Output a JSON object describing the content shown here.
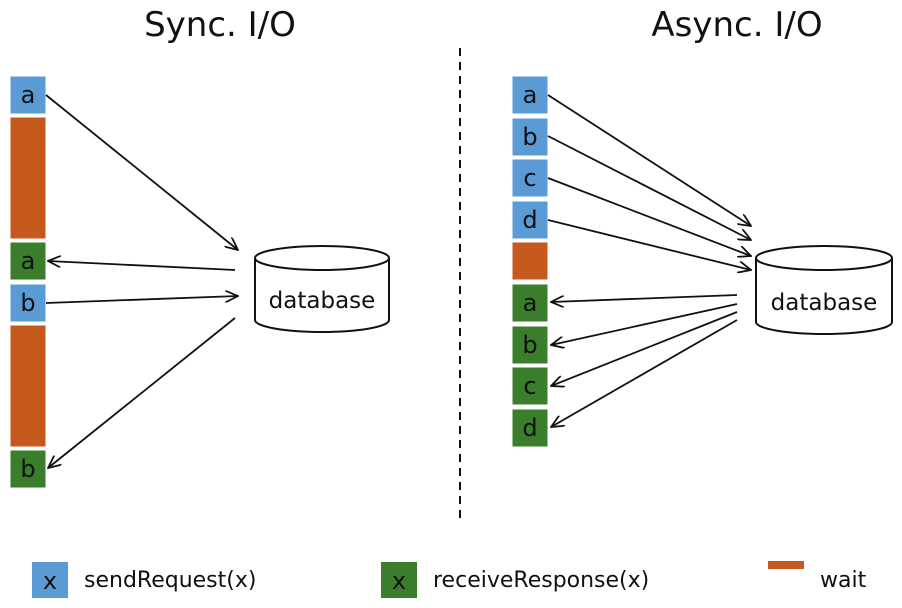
{
  "colors": {
    "send": "#5b9bd5",
    "receive": "#3a7d2a",
    "wait": "#c65a1e"
  },
  "sync": {
    "title": "Sync. I/O",
    "database_label": "database",
    "boxes": [
      {
        "kind": "send",
        "label": "a"
      },
      {
        "kind": "wait",
        "label": ""
      },
      {
        "kind": "receive",
        "label": "a"
      },
      {
        "kind": "send",
        "label": "b"
      },
      {
        "kind": "wait",
        "label": ""
      },
      {
        "kind": "receive",
        "label": "b"
      }
    ]
  },
  "async": {
    "title": "Async. I/O",
    "database_label": "database",
    "boxes": [
      {
        "kind": "send",
        "label": "a"
      },
      {
        "kind": "send",
        "label": "b"
      },
      {
        "kind": "send",
        "label": "c"
      },
      {
        "kind": "send",
        "label": "d"
      },
      {
        "kind": "wait",
        "label": ""
      },
      {
        "kind": "receive",
        "label": "a"
      },
      {
        "kind": "receive",
        "label": "b"
      },
      {
        "kind": "receive",
        "label": "c"
      },
      {
        "kind": "receive",
        "label": "d"
      }
    ]
  },
  "legend": {
    "send": {
      "symbol": "x",
      "label": "sendRequest(x)"
    },
    "receive": {
      "symbol": "x",
      "label": "receiveResponse(x)"
    },
    "wait": {
      "symbol": "",
      "label": "wait"
    }
  }
}
